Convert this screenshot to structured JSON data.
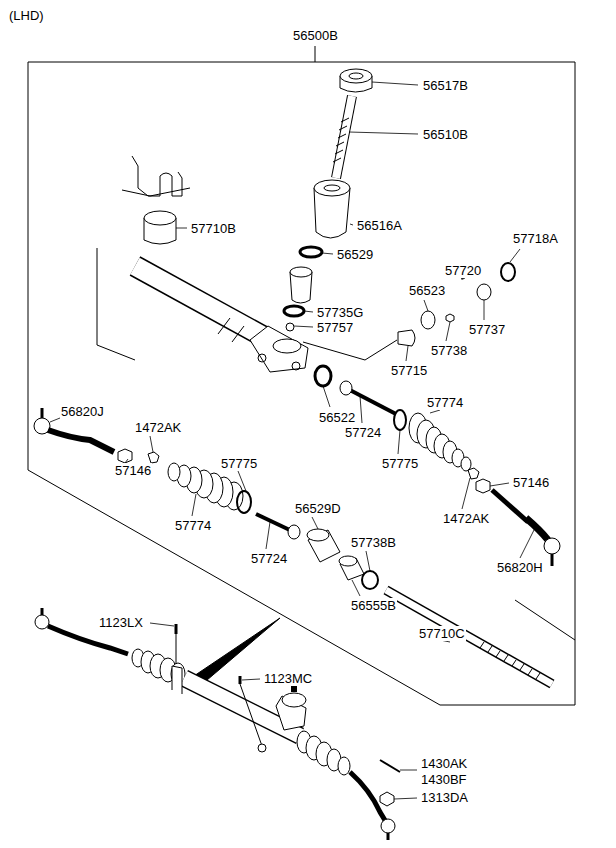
{
  "diagram": {
    "labels": [
      "(LHD)",
      "56500B",
      "56517B",
      "56510B",
      "57710B",
      "56516A",
      "56529",
      "57718A",
      "57720",
      "56523",
      "57735G",
      "57757",
      "57737",
      "57738",
      "57715",
      "56522",
      "57774",
      "56820J",
      "1472AK",
      "57724",
      "57775",
      "57775",
      "57146",
      "57146",
      "57774",
      "56529D",
      "1472AK",
      "57724",
      "57738B",
      "56820H",
      "56555B",
      "1123LX",
      "57710C",
      "1123MC",
      "1430AK",
      "1430BF",
      "1313DA"
    ]
  }
}
